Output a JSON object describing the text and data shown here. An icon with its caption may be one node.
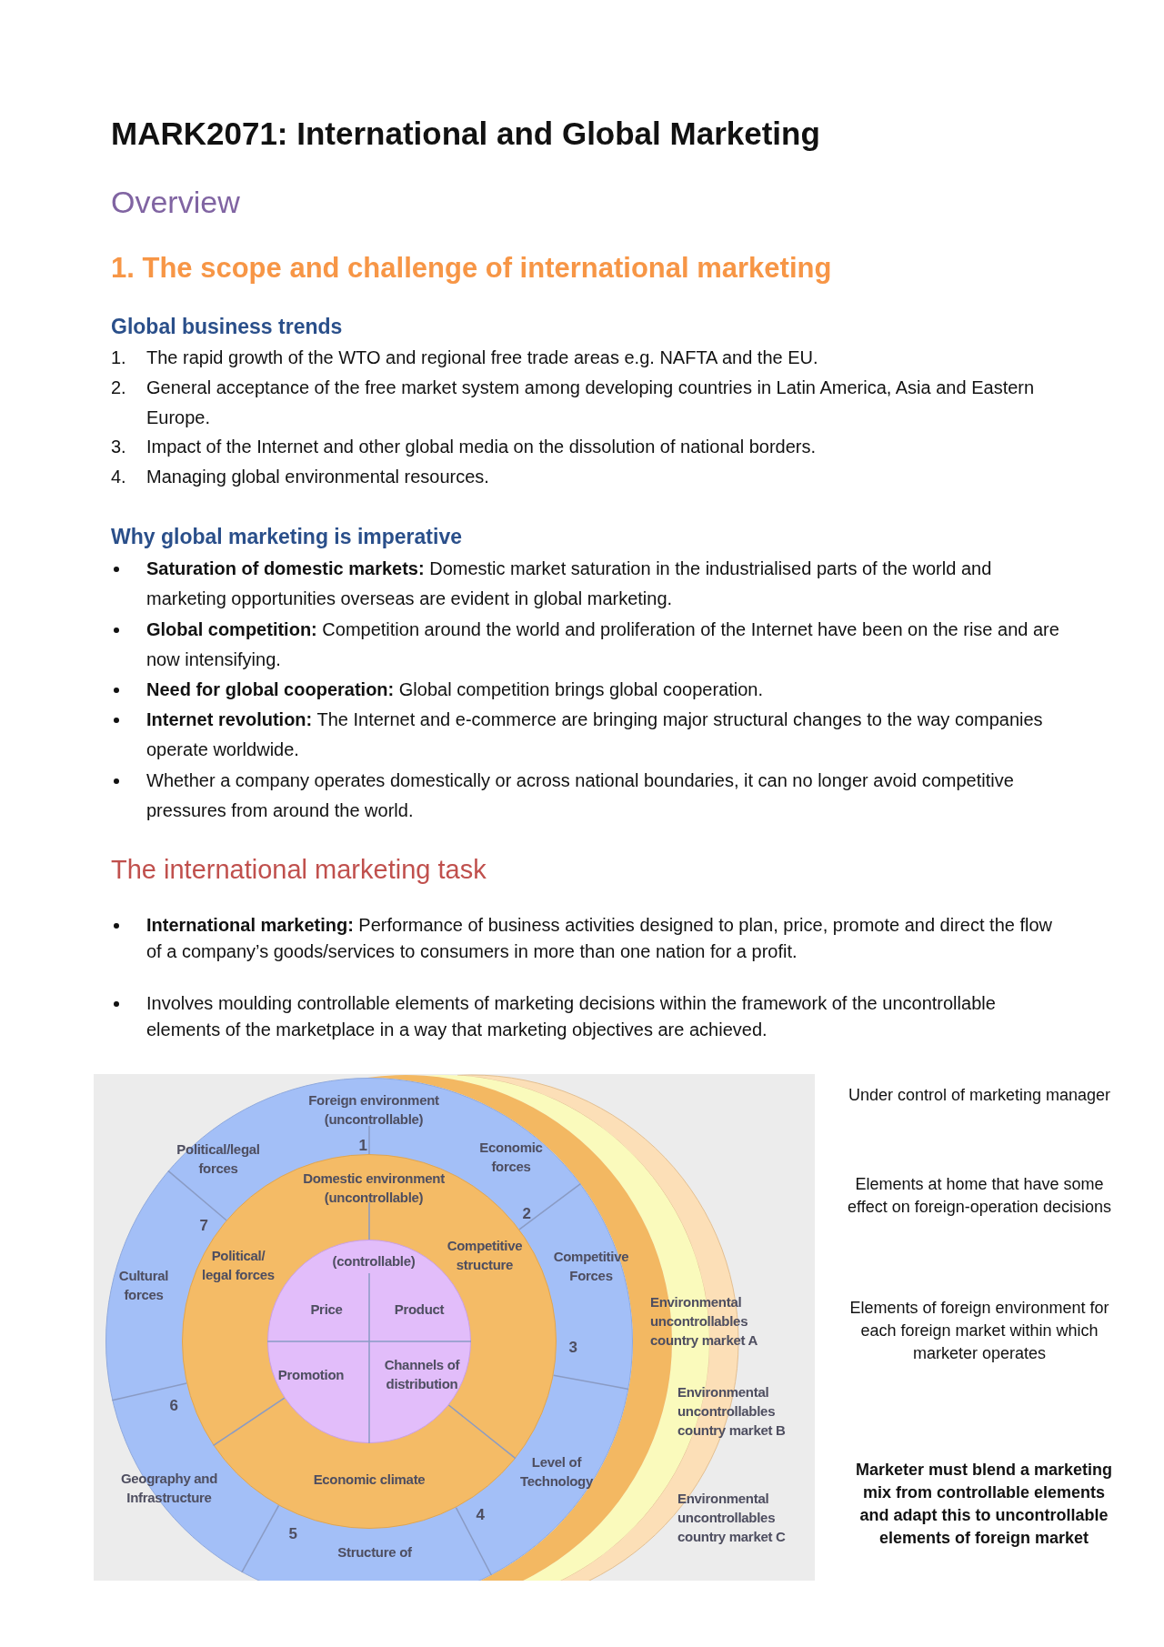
{
  "diagram": {
    "title": "MARK2071: International and Global Marketing",
    "nodes": [
      {
        "text": [
          "Foreign environment (uncontrollable)"
        ]
      },
      {
        "text": [
          "Domestic environment (uncontrollable)"
        ],
        "in": 0
      },
      {
        "text": [
          "(controllable)",
          "Price",
          "Product",
          "Promotion",
          "Channels of distribution"
        ],
        "in": 1
      }
    ],
    "labels": [
      "Overview",
      "1. The scope and challenge of international marketing",
      "Global business trends",
      "1.",
      "The rapid growth of the WTO and regional free trade areas e.g. NAFTA and the EU.",
      "2.",
      "General acceptance of the free market system among developing countries in Latin America, Asia and Eastern Europe.",
      "3.",
      "Impact of the Internet and other global media on the dissolution of national borders.",
      "4.",
      "Managing global environmental resources.",
      "Why global marketing is imperative",
      "**Saturation of domestic markets:** Domestic market saturation in the industrialised parts of the world and marketing opportunities overseas are evident in global marketing.",
      "**Global competition:** Competition around the world and proliferation of the Internet have been on the rise and are now intensifying.",
      "**Need for global cooperation:** Global competition brings global cooperation.",
      "**Internet revolution:** The Internet and e-commerce are bringing major structural changes to the way companies operate worldwide.",
      "Whether a company operates domestically or across national boundaries, it can no longer avoid competitive pressures from around the world.",
      "The international marketing task",
      "**International marketing:** Performance of business activities designed to plan, price, promote and direct the flow of a company’s goods/services to consumers in more than one nation for a profit.",
      "Involves moulding controllable elements of marketing decisions within the framework of the uncontrollable elements of the marketplace in a way that marketing objectives are achieved.",
      "1",
      "Political/legal forces",
      "Economic forces",
      "2",
      "7",
      "Political/ legal forces",
      "Competitive structure",
      "Competitive Forces",
      "Cultural forces",
      "Environmental uncontrollables country market A",
      "3",
      "6",
      "Environmental uncontrollables country market B",
      "Level of Technology",
      "Economic climate",
      "Geography and Infrastructure",
      "4",
      "Environmental uncontrollables country market C",
      "5",
      "Structure of",
      "Under control of marketing manager",
      "Elements at home that have some effect on foreign-operation decisions",
      "Elements of foreign environment for each foreign market within which marketer operates",
      "Marketer must blend a marketing mix from controllable elements and adapt this to uncontrollable elements of foreign market"
    ]
  }
}
